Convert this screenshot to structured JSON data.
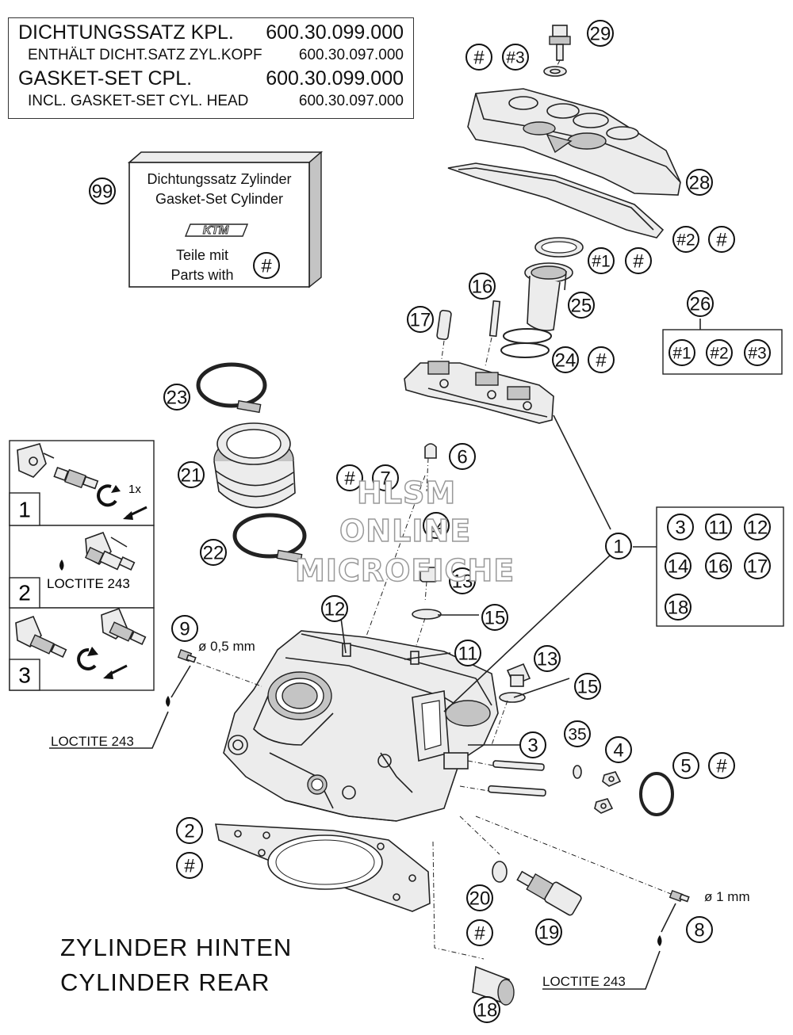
{
  "title_box": {
    "line1_label": "DICHTUNGSSATZ KPL.",
    "line1_number": "600.30.099.000",
    "line2_label": "ENTHÄLT DICHT.SATZ ZYL.KOPF",
    "line2_number": "600.30.097.000",
    "line3_label": "GASKET-SET CPL.",
    "line3_number": "600.30.099.000",
    "line4_label": "INCL. GASKET-SET CYL. HEAD",
    "line4_number": "600.30.097.000"
  },
  "kit_box": {
    "line1": "Dichtungssatz Zylinder",
    "line2": "Gasket-Set Cylinder",
    "logo": "KTM",
    "line3": "Teile mit",
    "line4": "Parts with",
    "callout": "99"
  },
  "watermark": {
    "line1": "HLSM",
    "line2": "ONLINE",
    "line3": "MICROFICHE"
  },
  "steps": {
    "step1": "1",
    "step1_turn": "1x",
    "step2": "2",
    "step2_label": "LOCTITE 243",
    "step3": "3"
  },
  "labels": {
    "dia_05": "ø 0,5 mm",
    "dia_1": "ø 1 mm",
    "loctite_left": "LOCTITE 243",
    "loctite_right": "LOCTITE 243"
  },
  "caption": {
    "line1": "ZYLINDER HINTEN",
    "line2": "CYLINDER REAR"
  },
  "callouts": {
    "c29": "29",
    "hash": "#",
    "h3": "#3",
    "h2": "#2",
    "h1": "#1",
    "c28": "28",
    "c25": "25",
    "c26": "26",
    "c16": "16",
    "c17": "17",
    "c24": "24",
    "c23": "23",
    "c21": "21",
    "c22": "22",
    "c6": "6",
    "c7": "7",
    "c14": "14",
    "c13": "13",
    "c12": "12",
    "c15": "15",
    "c11": "11",
    "c1": "1",
    "c3": "3",
    "c18": "18",
    "c9": "9",
    "c2": "2",
    "c35": "35",
    "c4": "4",
    "c5": "5",
    "c20": "20",
    "c19": "19",
    "c8": "8"
  },
  "colors": {
    "line": "#222222",
    "fill_part": "#e6e6e6",
    "shade": "#bdbdbd"
  }
}
